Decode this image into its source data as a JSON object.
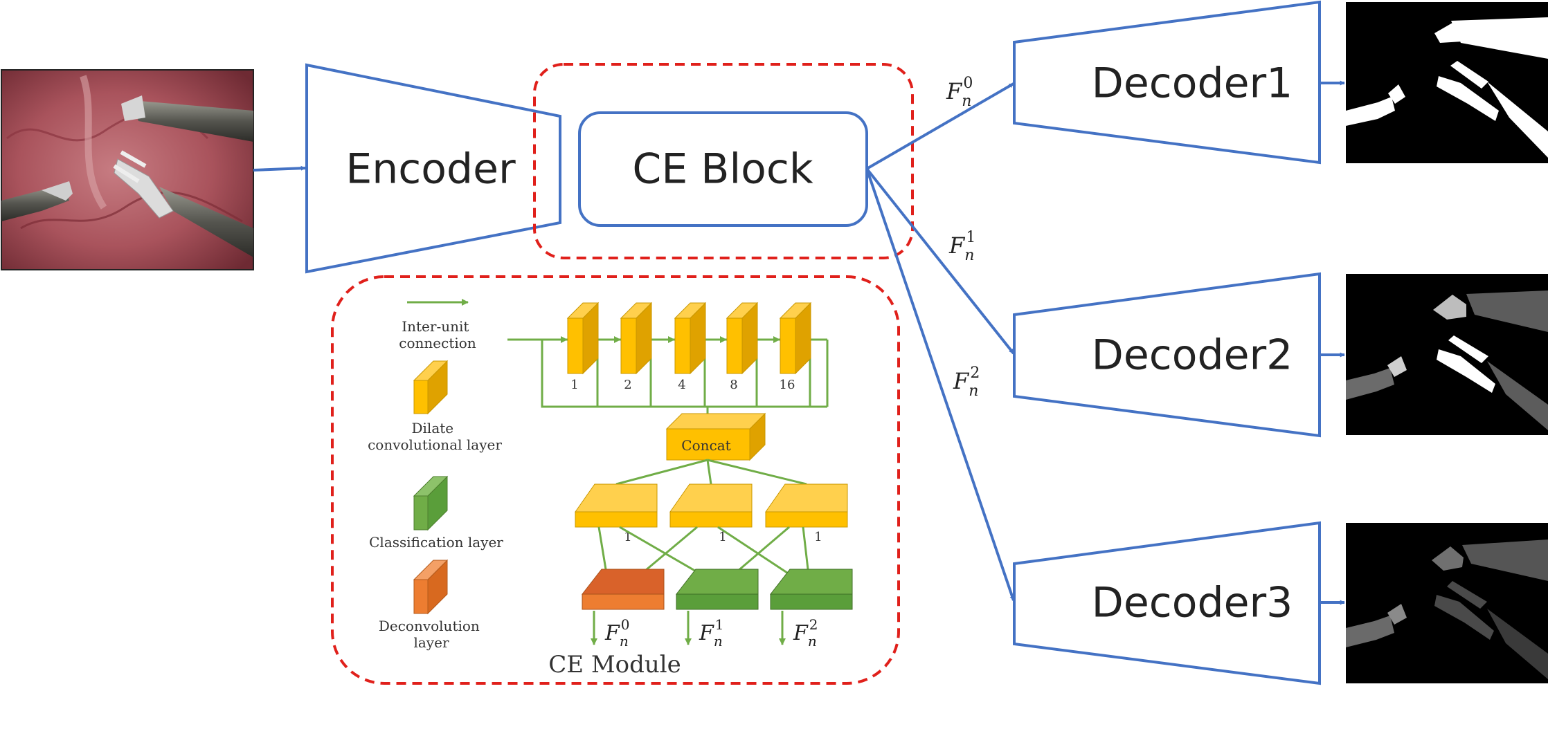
{
  "encoder": {
    "label": "Encoder"
  },
  "ce_block": {
    "label": "CE Block"
  },
  "decoders": [
    {
      "label": "Decoder1",
      "feature": "0"
    },
    {
      "label": "Decoder2",
      "feature": "1"
    },
    {
      "label": "Decoder3",
      "feature": "2"
    }
  ],
  "feature_symbol": {
    "base": "F",
    "sub": "n"
  },
  "ce_module": {
    "title": "CE Module",
    "concat_label": "Concat",
    "dilation_rates": [
      "1",
      "2",
      "4",
      "8",
      "16"
    ],
    "branch_labels": [
      "1",
      "1",
      "1"
    ],
    "outputs": [
      "0",
      "1",
      "2"
    ],
    "legend": {
      "connection": [
        "Inter-unit",
        "connection"
      ],
      "dilate": [
        "Dilate",
        "convolutional layer"
      ],
      "classification": [
        "Classification layer"
      ],
      "deconvolution": [
        "Deconvolution",
        "layer"
      ]
    }
  },
  "colors": {
    "diagram_blue": "#4472C4",
    "dashed_red": "#E0201B",
    "connection_green": "#70AD47",
    "dilate_yellow": "#FFC000",
    "classification_green": "#5A9E3A",
    "deconvolution_orange": "#ED7D31"
  }
}
